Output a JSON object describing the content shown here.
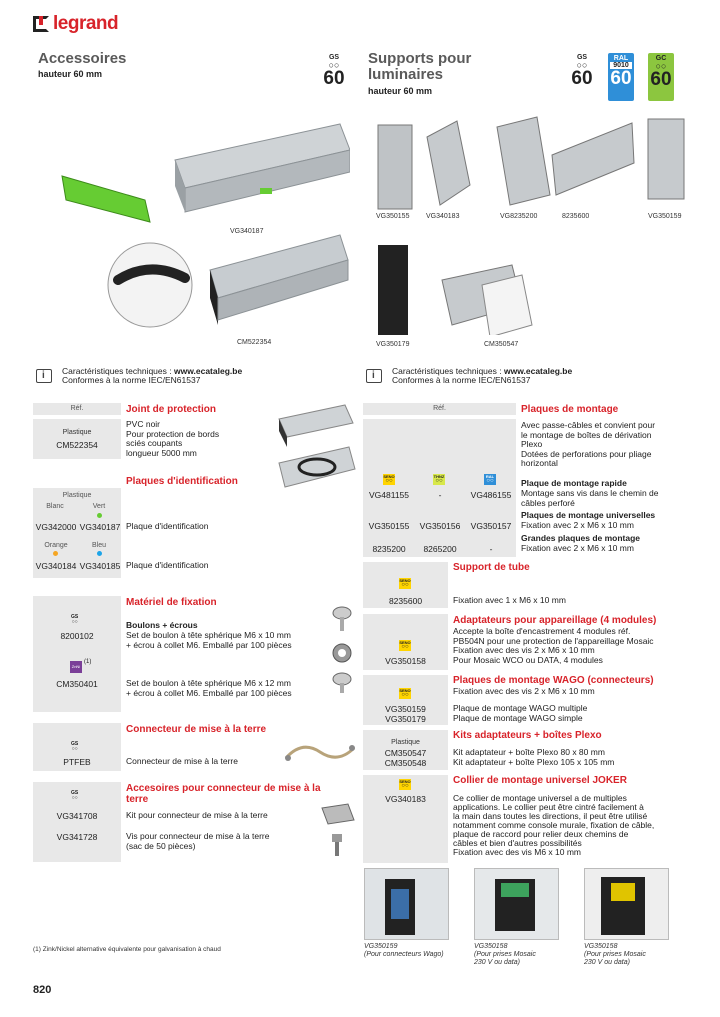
{
  "brand": {
    "name": "legrand"
  },
  "left_section": {
    "title": "Accessoires",
    "subtitle": "hauteur 60 mm",
    "badge_label": "GS",
    "badge_num": "60"
  },
  "right_section": {
    "title_line1": "Supports pour",
    "title_line2": "luminaires",
    "subtitle": "hauteur 60 mm",
    "badges": [
      {
        "label": "GS",
        "num": "60"
      },
      {
        "label": "RAL",
        "sub": "9010",
        "num": "60",
        "color": "#2f8fd8"
      },
      {
        "label": "GC",
        "num": "60",
        "color": "#8cc63f"
      }
    ]
  },
  "left_captions": [
    "VG340187",
    "CM522354"
  ],
  "right_captions": [
    "VG350155",
    "VG340183",
    "VG8235200",
    "8235600",
    "VG350159",
    "VG350179",
    "CM350547"
  ],
  "info": {
    "line1_prefix": "Caractéristiques techniques : ",
    "line1_url": "www.ecataleg.be",
    "line2": "Conformes à la norme IEC/EN61537"
  },
  "colors": {
    "accent": "#d8232a",
    "green": "#66cc33",
    "blue": "#1ca4e8",
    "orange": "#f5a623",
    "purple": "#7b3f98",
    "seno": "#ffd400"
  },
  "left_table": {
    "ref_header": "Réf.",
    "joint": {
      "heading": "Joint de protection",
      "material": "Plastique",
      "ref": "CM522354",
      "desc": [
        "PVC noir",
        "Pour protection de bords",
        "sciés coupants",
        "longueur 5000 mm"
      ]
    },
    "plaques": {
      "heading": "Plaques d'identification",
      "material": "Plastique",
      "col1": "Blanc",
      "col2": "Vert",
      "col3": "Orange",
      "col4": "Bleu",
      "row1": {
        "ref1": "VG342000",
        "ref2": "VG340187",
        "desc": "Plaque d'identification"
      },
      "row2": {
        "ref1": "VG340184",
        "ref2": "VG340185",
        "desc": "Plaque d'identification"
      }
    },
    "fixation": {
      "heading": "Matériel de fixation",
      "gs": "GS",
      "ref1": "8200102",
      "bold": "Boulons + écrous",
      "desc1": [
        "Set de boulon à tête sphérique M6 x 10 mm",
        "+ écrou à collet M6. Emballé par 100 pièces"
      ],
      "zn": "ZnNi",
      "zn_note": "(1)",
      "ref2": "CM350401",
      "desc2": [
        "Set de boulon à tête sphérique M6 x 12 mm",
        "+ écrou à collet M6. Emballé par 100 pièces"
      ]
    },
    "terre": {
      "heading": "Connecteur de mise à la terre",
      "gs": "GS",
      "ref": "PTFEB",
      "desc": "Connecteur de mise à la terre"
    },
    "acc_terre": {
      "heading1": "Accesoires pour connecteur de mise à la",
      "heading2": "terre",
      "gs": "GS",
      "ref1": "VG341708",
      "desc1": "Kit pour connecteur de mise à la terre",
      "ref2": "VG341728",
      "desc2": [
        "Vis pour connecteur de mise à la terre",
        "(sac de 50 pièces)"
      ]
    }
  },
  "right_table": {
    "ref_header": "Réf.",
    "plaques_montage": {
      "heading": "Plaques de montage",
      "intro": [
        "Avec passe-câbles et convient pour",
        "le montage de boîtes de dérivation",
        "Plexo",
        "Dotées de perforations pour pliage",
        "horizontal"
      ],
      "c1": "SENO",
      "c2": "THNZ",
      "c3": "RAL",
      "rapide_bold": "Plaque de montage rapide",
      "rapide": {
        "r1": "VG481155",
        "r2": "-",
        "r3": "VG486155",
        "desc": [
          "Montage sans vis dans le chemin de",
          "câbles perforé"
        ]
      },
      "univ_bold": "Plaques de montage universelles",
      "univ": {
        "r1": "VG350155",
        "r2": "VG350156",
        "r3": "VG350157",
        "desc": "Fixation avec 2 x M6 x 10 mm"
      },
      "grandes_bold": "Grandes plaques de montage",
      "grandes": {
        "r1": "8235200",
        "r2": "8265200",
        "r3": "-",
        "desc": "Fixation avec 2 x M6 x 10 mm"
      }
    },
    "tube": {
      "heading": "Support de tube",
      "ref": "8235600",
      "desc": "Fixation avec 1 x M6 x 10 mm"
    },
    "adapt": {
      "heading": "Adaptateurs pour appareillage (4 modules)",
      "ref": "VG350158",
      "desc": [
        "Accepte la boîte d'encastrement 4 modules réf.",
        "PB504N pour une protection de l'appareillage Mosaic",
        "Fixation avec des vis 2 x M6 x 10 mm",
        "Pour Mosaic WCO ou DATA, 4 modules"
      ]
    },
    "wago": {
      "heading": "Plaques de montage WAGO (connecteurs)",
      "intro": "Fixation avec des vis 2 x M6 x 10 mm",
      "ref1": "VG350159",
      "desc1": "Plaque de montage WAGO multiple",
      "ref2": "VG350179",
      "desc2": "Plaque de montage WAGO simple"
    },
    "kits": {
      "heading": "Kits adaptateurs + boîtes Plexo",
      "material": "Plastique",
      "ref1": "CM350547",
      "desc1": "Kit adaptateur + boîte Plexo 80 x 80 mm",
      "ref2": "CM350548",
      "desc2": "Kit adaptateur + boîte Plexo 105 x 105 mm"
    },
    "joker": {
      "heading": "Collier de montage universel JOKER",
      "ref": "VG340183",
      "desc": [
        "Ce collier de montage universel a de multiples",
        "applications. Le collier peut être cintré facilement à",
        "la main dans toutes les directions, il peut être utilisé",
        "notamment comme console murale, fixation de câble,",
        "plaque de raccord pour relier deux chemins de",
        "câbles et bien d'autres possibilités",
        "Fixation avec des vis M6 x 10 mm"
      ]
    }
  },
  "photos": [
    {
      "code": "VG350159",
      "note": "(Pour connecteurs Wago)"
    },
    {
      "code": "VG350158",
      "note1": "(Pour prises Mosaic",
      "note2": "230 V ou data)"
    },
    {
      "code": "VG350158",
      "note1": "(Pour prises Mosaic",
      "note2": "230 V ou data)"
    }
  ],
  "footnote": "(1) Zink/Nickel alternative équivalente pour galvanisation à chaud",
  "page_number": "820"
}
